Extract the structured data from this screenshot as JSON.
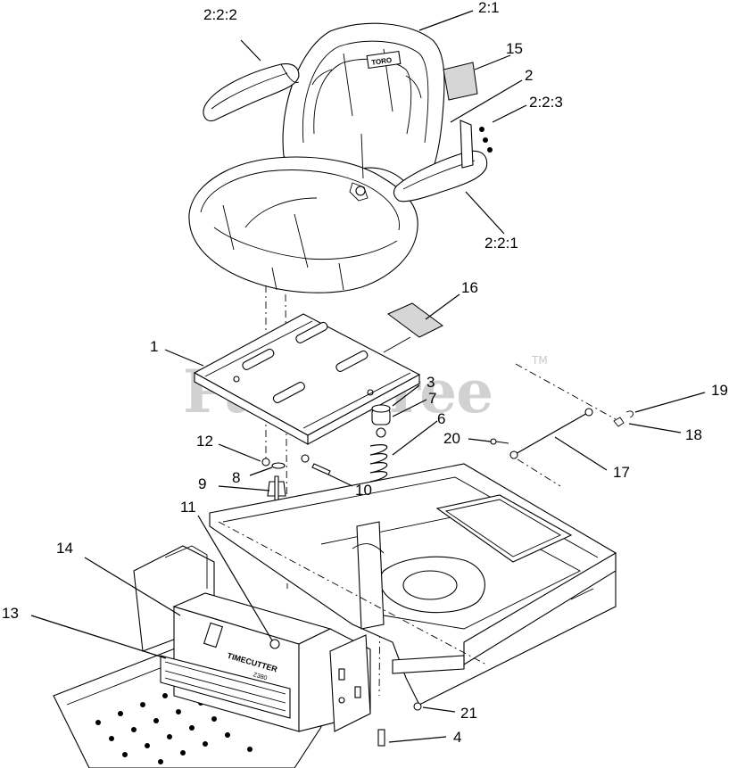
{
  "watermark": {
    "text": "PartsTree",
    "tm": "TM"
  },
  "callouts": {
    "c221": "2:2:1",
    "c222": "2:2:2",
    "c223": "2:2:3",
    "c21": "2:1",
    "c2": "2",
    "c1": "1",
    "c3": "3",
    "c4": "4",
    "c6": "6",
    "c7": "7",
    "c8": "8",
    "c9": "9",
    "c10": "10",
    "c11": "11",
    "c12": "12",
    "c13": "13",
    "c14": "14",
    "c15": "15",
    "c16": "16",
    "c17": "17",
    "c18": "18",
    "c19": "19",
    "c20": "20",
    "c21b": "21"
  },
  "labels": {
    "seat_brand": "TORO",
    "console_brand": "TIMECUTTER",
    "console_model": "Z380"
  }
}
